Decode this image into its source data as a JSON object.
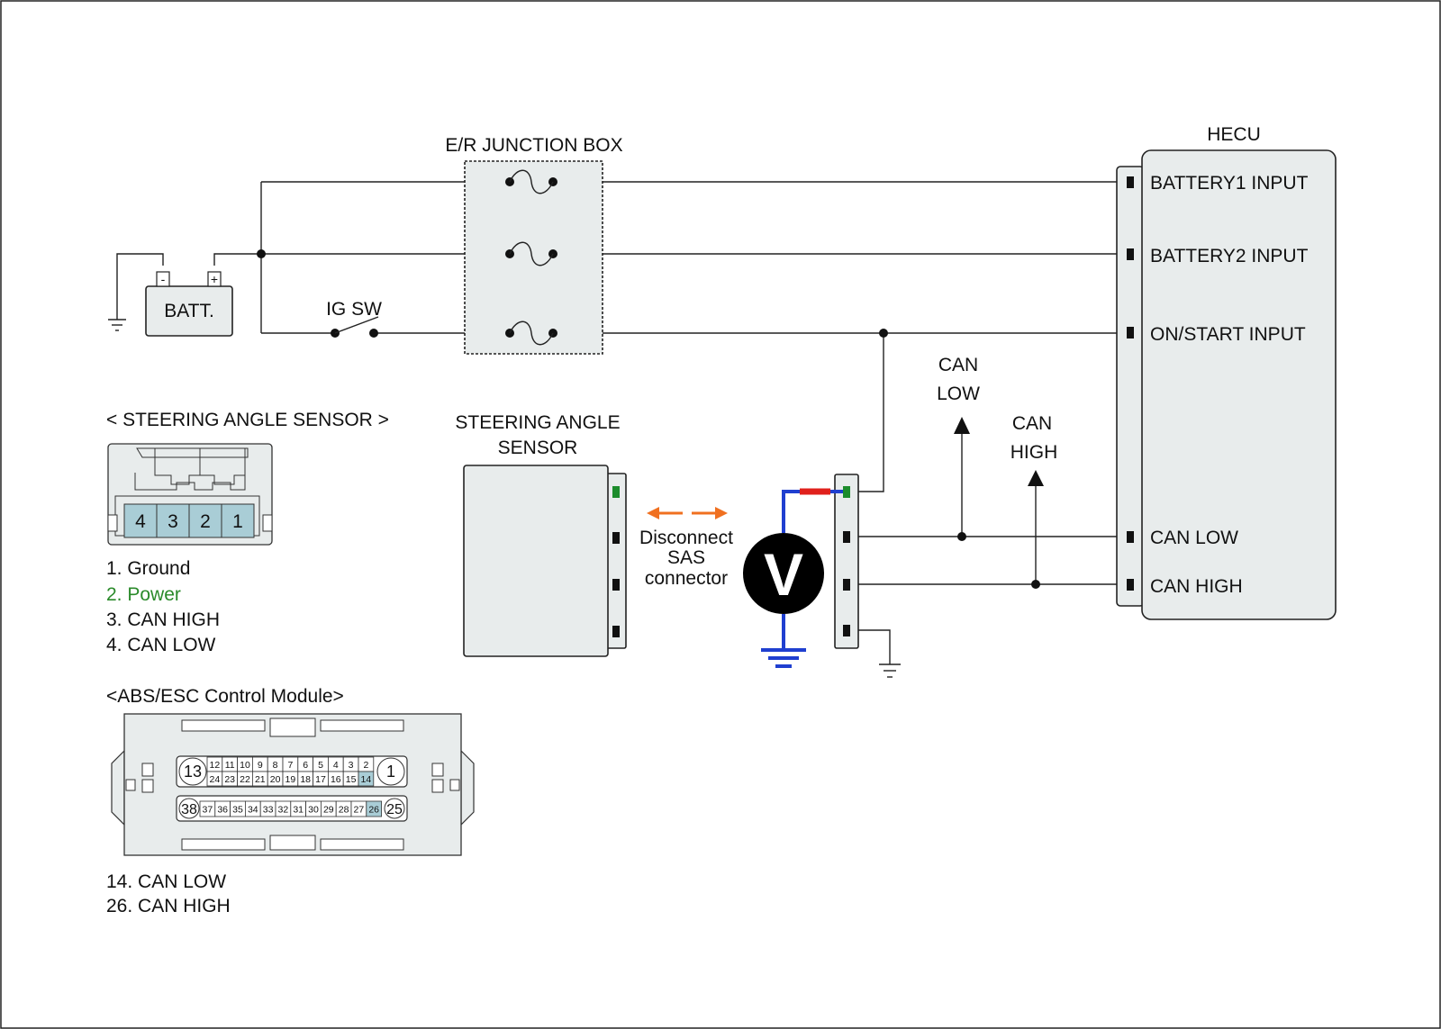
{
  "colors": {
    "module_fill": "#e8ecec",
    "pin_highlight": "#a9cdd6",
    "power_text": "#2a8a2a",
    "probe_positive": "#e0201c",
    "probe_wire": "#1f3fd0",
    "arrow": "#f07020",
    "terminal_green": "#1c8c2c"
  },
  "junction_box": {
    "title": "E/R JUNCTION BOX"
  },
  "battery": {
    "label": "BATT.",
    "minus": "-",
    "plus": "+"
  },
  "ig_switch": {
    "label": "IG SW"
  },
  "hecu": {
    "title": "HECU",
    "pins": {
      "battery1": "BATTERY1 INPUT",
      "battery2": "BATTERY2 INPUT",
      "on_start": "ON/START INPUT",
      "can_low": "CAN LOW",
      "can_high": "CAN HIGH"
    }
  },
  "can_low_arrow": {
    "line1": "CAN",
    "line2": "LOW"
  },
  "can_high_arrow": {
    "line1": "CAN",
    "line2": "HIGH"
  },
  "sas": {
    "title_line1": "STEERING ANGLE",
    "title_line2": "SENSOR"
  },
  "disconnect_note": {
    "line1": "Disconnect",
    "line2": "SAS",
    "line3": "connector"
  },
  "voltmeter": {
    "symbol": "V"
  },
  "sas_connector": {
    "title": "< STEERING ANGLE SENSOR >",
    "pins": [
      "4",
      "3",
      "2",
      "1"
    ],
    "legend": [
      "1. Ground",
      "2. Power",
      "3. CAN HIGH",
      "4. CAN LOW"
    ]
  },
  "abs_module": {
    "title": "<ABS/ESC Control Module>",
    "big_pins": [
      "13",
      "1",
      "38",
      "25"
    ],
    "top_row": [
      "12",
      "11",
      "10",
      "9",
      "8",
      "7",
      "6",
      "5",
      "4",
      "3",
      "2"
    ],
    "mid_row": [
      "24",
      "23",
      "22",
      "21",
      "20",
      "19",
      "18",
      "17",
      "16",
      "15",
      "14"
    ],
    "bottom_row": [
      "37",
      "36",
      "35",
      "34",
      "33",
      "32",
      "31",
      "30",
      "29",
      "28",
      "27",
      "26"
    ],
    "highlighted": [
      "14",
      "26"
    ],
    "legend": [
      "14. CAN LOW",
      "26. CAN HIGH"
    ]
  }
}
